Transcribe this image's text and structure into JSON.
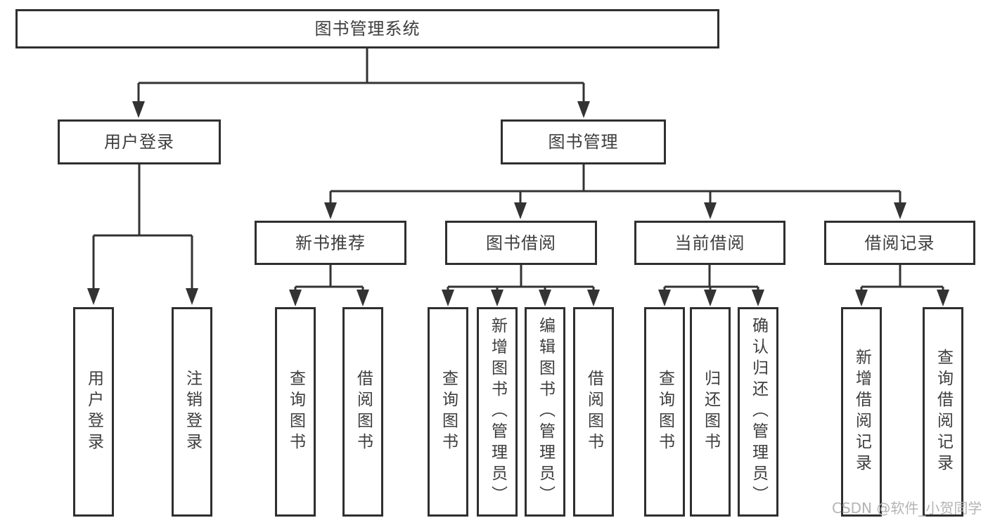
{
  "tree": {
    "root_label": "图书管理系统",
    "user_login": {
      "label": "用户登录",
      "children": [
        "用户登录",
        "注销登录"
      ]
    },
    "book_management": {
      "label": "图书管理",
      "sections": [
        {
          "label": "新书推荐",
          "children": [
            "查询图书",
            "借阅图书"
          ]
        },
        {
          "label": "图书借阅",
          "children": [
            "查询图书",
            "新增图书（管理员）",
            "编辑图书（管理员）",
            "借阅图书"
          ]
        },
        {
          "label": "当前借阅",
          "children": [
            "查询图书",
            "归还图书",
            "确认归还（管理员）"
          ]
        },
        {
          "label": "借阅记录",
          "children": [
            "新增借阅记录",
            "查询借阅记录"
          ]
        }
      ]
    }
  },
  "watermark": {
    "text": "CSDN @软件_小贺同学"
  },
  "colors": {
    "line": "#333333",
    "box_border": "#2f2f2f",
    "text": "#3d3d3d",
    "watermark": "#b4b4b4",
    "background": "#ffffff"
  }
}
